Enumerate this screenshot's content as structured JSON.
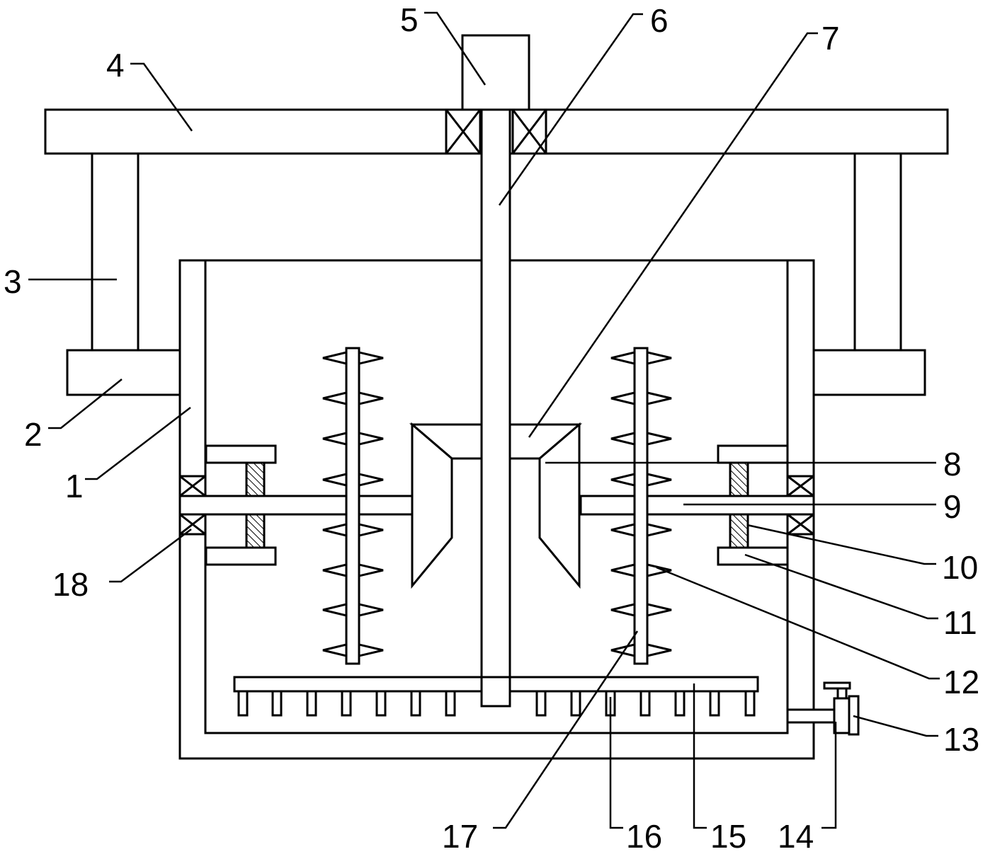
{
  "diagram": {
    "labels": [
      {
        "id": "1",
        "text": "1"
      },
      {
        "id": "2",
        "text": "2"
      },
      {
        "id": "3",
        "text": "3"
      },
      {
        "id": "4",
        "text": "4"
      },
      {
        "id": "5",
        "text": "5"
      },
      {
        "id": "6",
        "text": "6"
      },
      {
        "id": "7",
        "text": "7"
      },
      {
        "id": "8",
        "text": "8"
      },
      {
        "id": "9",
        "text": "9"
      },
      {
        "id": "10",
        "text": "10"
      },
      {
        "id": "11",
        "text": "11"
      },
      {
        "id": "12",
        "text": "12"
      },
      {
        "id": "13",
        "text": "13"
      },
      {
        "id": "14",
        "text": "14"
      },
      {
        "id": "15",
        "text": "15"
      },
      {
        "id": "16",
        "text": "16"
      },
      {
        "id": "17",
        "text": "17"
      },
      {
        "id": "18",
        "text": "18"
      }
    ],
    "colors": {
      "line": "#000000",
      "background": "#ffffff"
    }
  }
}
